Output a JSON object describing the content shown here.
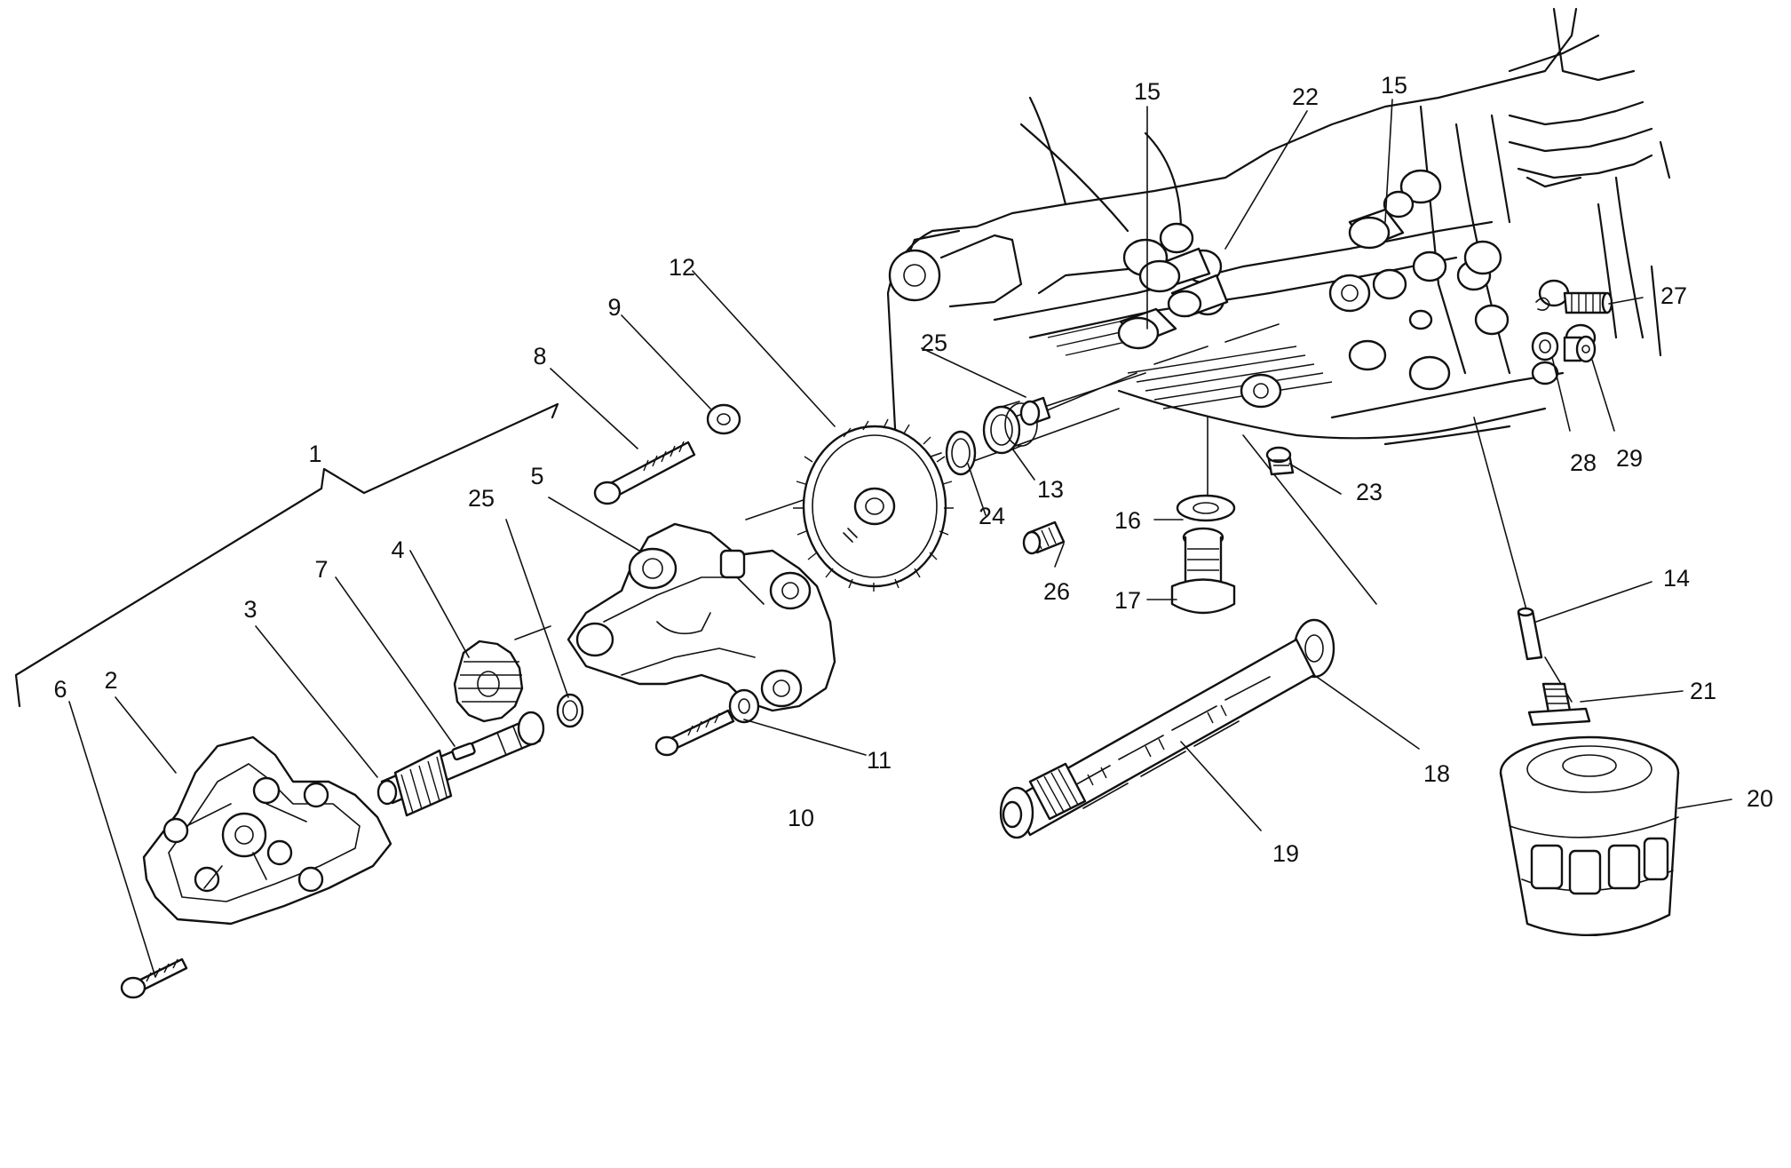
{
  "callouts": [
    {
      "id": "c1",
      "text": "1"
    },
    {
      "id": "c2",
      "text": "2"
    },
    {
      "id": "c3",
      "text": "3"
    },
    {
      "id": "c4",
      "text": "4"
    },
    {
      "id": "c5",
      "text": "5"
    },
    {
      "id": "c6",
      "text": "6"
    },
    {
      "id": "c7",
      "text": "7"
    },
    {
      "id": "c8",
      "text": "8"
    },
    {
      "id": "c9",
      "text": "9"
    },
    {
      "id": "c10",
      "text": "10"
    },
    {
      "id": "c11",
      "text": "11"
    },
    {
      "id": "c12",
      "text": "12"
    },
    {
      "id": "c13",
      "text": "13"
    },
    {
      "id": "c14",
      "text": "14"
    },
    {
      "id": "c15a",
      "text": "15"
    },
    {
      "id": "c15b",
      "text": "15"
    },
    {
      "id": "c16",
      "text": "16"
    },
    {
      "id": "c17",
      "text": "17"
    },
    {
      "id": "c18",
      "text": "18"
    },
    {
      "id": "c19",
      "text": "19"
    },
    {
      "id": "c20",
      "text": "20"
    },
    {
      "id": "c21",
      "text": "21"
    },
    {
      "id": "c22",
      "text": "22"
    },
    {
      "id": "c23",
      "text": "23"
    },
    {
      "id": "c24",
      "text": "24"
    },
    {
      "id": "c25a",
      "text": "25"
    },
    {
      "id": "c25b",
      "text": "25"
    },
    {
      "id": "c26",
      "text": "26"
    },
    {
      "id": "c27",
      "text": "27"
    },
    {
      "id": "c28",
      "text": "28"
    },
    {
      "id": "c29",
      "text": "29"
    }
  ]
}
